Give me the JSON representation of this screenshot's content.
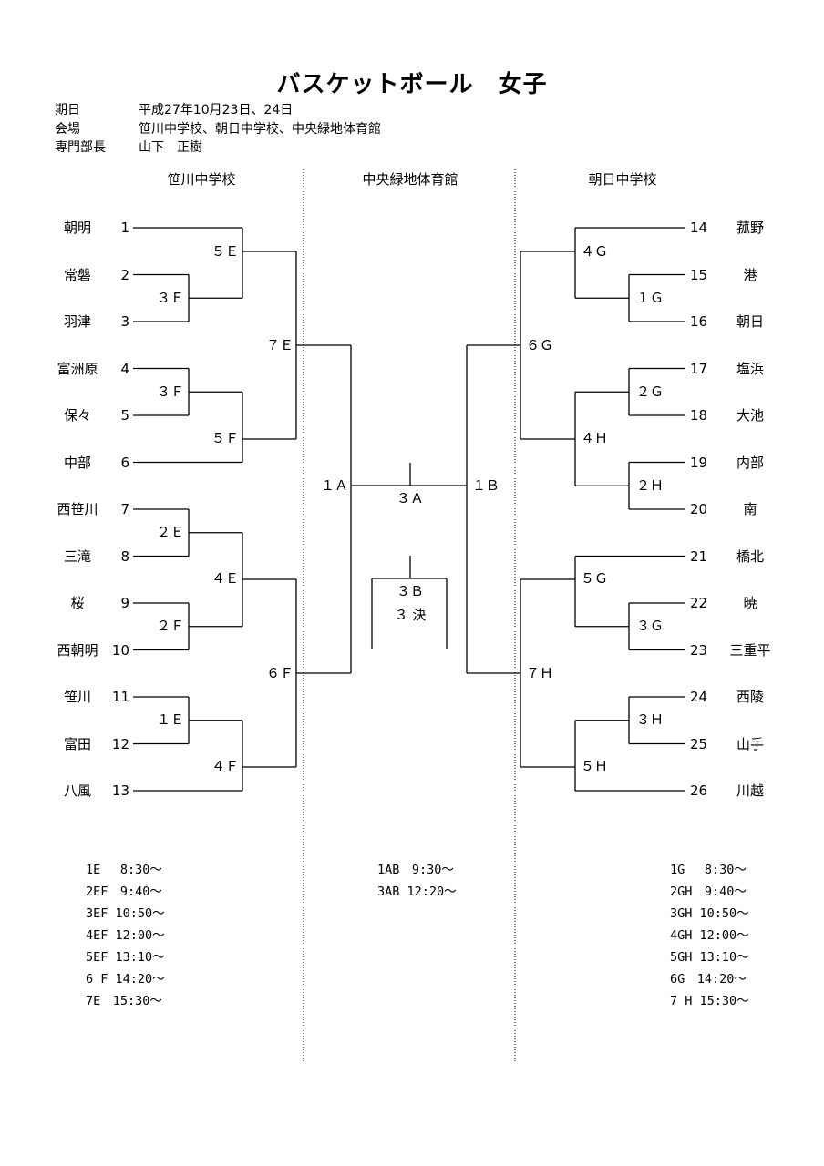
{
  "title": "バスケットボール　女子",
  "info": [
    {
      "label": "期日",
      "value": "平成27年10月23日、24日"
    },
    {
      "label": "会場",
      "value": "笹川中学校、朝日中学校、中央緑地体育館"
    },
    {
      "label": "専門部長",
      "value": "山下　正樹"
    }
  ],
  "venues": {
    "left": "笹川中学校",
    "center": "中央緑地体育館",
    "right": "朝日中学校"
  },
  "teams_left": [
    {
      "num": "1",
      "name": "朝明"
    },
    {
      "num": "2",
      "name": "常磐"
    },
    {
      "num": "3",
      "name": "羽津"
    },
    {
      "num": "4",
      "name": "富洲原"
    },
    {
      "num": "5",
      "name": "保々"
    },
    {
      "num": "6",
      "name": "中部"
    },
    {
      "num": "7",
      "name": "西笹川"
    },
    {
      "num": "8",
      "name": "三滝"
    },
    {
      "num": "9",
      "name": "桜"
    },
    {
      "num": "10",
      "name": "西朝明"
    },
    {
      "num": "11",
      "name": "笹川"
    },
    {
      "num": "12",
      "name": "富田"
    },
    {
      "num": "13",
      "name": "八風"
    }
  ],
  "teams_right": [
    {
      "num": "14",
      "name": "菰野"
    },
    {
      "num": "15",
      "name": "港"
    },
    {
      "num": "16",
      "name": "朝日"
    },
    {
      "num": "17",
      "name": "塩浜"
    },
    {
      "num": "18",
      "name": "大池"
    },
    {
      "num": "19",
      "name": "内部"
    },
    {
      "num": "20",
      "name": "南"
    },
    {
      "num": "21",
      "name": "橋北"
    },
    {
      "num": "22",
      "name": "暁"
    },
    {
      "num": "23",
      "name": "三重平"
    },
    {
      "num": "24",
      "name": "西陵"
    },
    {
      "num": "25",
      "name": "山手"
    },
    {
      "num": "26",
      "name": "川越"
    }
  ],
  "game_codes": {
    "g_3e": "３Ｅ",
    "g_5e_top": "５Ｅ",
    "g_3f": "３Ｆ",
    "g_5f": "５Ｆ",
    "g_7e": "７Ｅ",
    "g_2e": "２Ｅ",
    "g_2f": "２Ｆ",
    "g_4e": "４Ｅ",
    "g_1e": "１Ｅ",
    "g_4f": "４Ｆ",
    "g_6f": "６Ｆ",
    "g_1a": "１Ａ",
    "g_3a": "３Ａ",
    "g_1b": "１Ｂ",
    "g_3b": "３Ｂ",
    "g_third": "３ 決",
    "g_4g": "４Ｇ",
    "g_1g": "１Ｇ",
    "g_6g": "６Ｇ",
    "g_2g": "２Ｇ",
    "g_4h": "４Ｈ",
    "g_2h": "２Ｈ",
    "g_5g": "５Ｇ",
    "g_3g": "３Ｇ",
    "g_7h": "７Ｈ",
    "g_3h": "３Ｈ",
    "g_5h": "５Ｈ"
  },
  "schedule_left": [
    "1E　 8:30～",
    "2EF　9:40～",
    "3EF 10:50～",
    "4EF 12:00～",
    "5EF 13:10～",
    "6 F 14:20～",
    "7E　15:30～"
  ],
  "schedule_center": [
    "1AB　9:30～",
    "3AB 12:20～"
  ],
  "schedule_right": [
    "1G　 8:30～",
    "2GH　9:40～",
    "3GH 10:50～",
    "4GH 12:00～",
    "5GH 13:10～",
    "6G　14:20～",
    "7 H 15:30～"
  ]
}
